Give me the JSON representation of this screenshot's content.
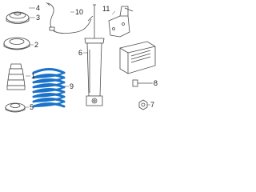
{
  "callouts": {
    "c1": "1",
    "c2": "2",
    "c3": "3",
    "c4": "4",
    "c5": "5",
    "c6": "6",
    "c7": "7",
    "c8": "8",
    "c9": "9",
    "c10": "10",
    "c11": "11"
  },
  "colors": {
    "highlight": "#1a73c9",
    "line": "#4a4a4a"
  }
}
